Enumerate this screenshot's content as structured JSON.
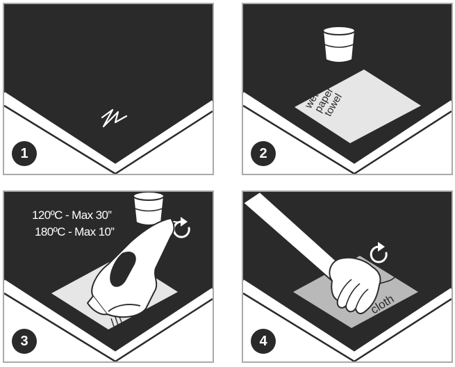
{
  "steps": [
    {
      "number": "1"
    },
    {
      "number": "2",
      "towel_label_lines": [
        "wet",
        "paper",
        "towel"
      ]
    },
    {
      "number": "3",
      "temp_lines": [
        "120ºC - Max 30”",
        "180ºC - Max 10”"
      ]
    },
    {
      "number": "4",
      "cloth_label": "cloth"
    }
  ],
  "colors": {
    "surface": "#2a2a2a",
    "border": "#a9a9a9",
    "towel": "#e6e6e6",
    "cloth": "#b9b9b9",
    "ink": "#ffffff"
  },
  "icons": [
    "scribble-mark-icon",
    "water-glass-icon",
    "paper-towel-icon",
    "steam-iron-icon",
    "rotate-arrow-icon",
    "hand-icon",
    "cloth-icon"
  ]
}
